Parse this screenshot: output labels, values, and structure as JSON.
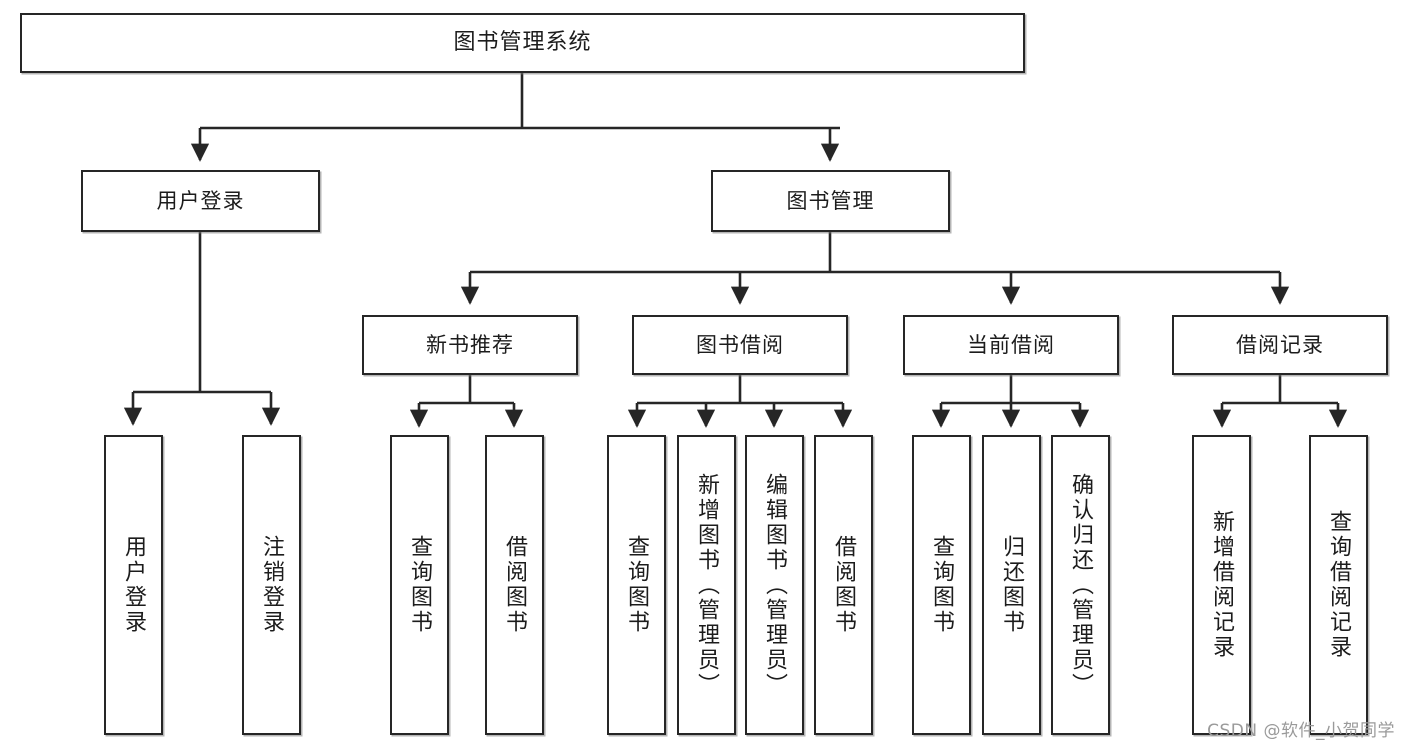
{
  "diagram": {
    "title": "图书管理系统",
    "type": "tree-hierarchy-diagram",
    "watermark": "CSDN @软件_小贺同学",
    "colors": {
      "box_border": "#262626",
      "box_fill": "#ffffff",
      "connector": "#262626",
      "text": "#1c1c1c",
      "watermark": "#9a9a9a",
      "background": "#ffffff"
    },
    "root": {
      "label": "图书管理系统"
    },
    "level2": [
      {
        "id": "user-login",
        "label": "用户登录"
      },
      {
        "id": "book-manage",
        "label": "图书管理"
      }
    ],
    "level3": [
      {
        "id": "new-book-recommend",
        "label": "新书推荐"
      },
      {
        "id": "book-borrow",
        "label": "图书借阅"
      },
      {
        "id": "current-borrow",
        "label": "当前借阅"
      },
      {
        "id": "borrow-record",
        "label": "借阅记录"
      }
    ],
    "leaves": {
      "user_login": [
        {
          "id": "leaf-user-login",
          "label": "用户登录"
        },
        {
          "id": "leaf-logout-login",
          "label": "注销登录"
        }
      ],
      "new_book_recommend": [
        {
          "id": "leaf-query-book-1",
          "label": "查询图书"
        },
        {
          "id": "leaf-borrow-book-1",
          "label": "借阅图书"
        }
      ],
      "book_borrow": [
        {
          "id": "leaf-query-book-2",
          "label": "查询图书"
        },
        {
          "id": "leaf-add-book",
          "label": "新增图书（管理员）"
        },
        {
          "id": "leaf-edit-book",
          "label": "编辑图书（管理员）"
        },
        {
          "id": "leaf-borrow-book-2",
          "label": "借阅图书"
        }
      ],
      "current_borrow": [
        {
          "id": "leaf-query-book-3",
          "label": "查询图书"
        },
        {
          "id": "leaf-return-book",
          "label": "归还图书"
        },
        {
          "id": "leaf-confirm-return",
          "label": "确认归还（管理员）"
        }
      ],
      "borrow_record": [
        {
          "id": "leaf-add-record",
          "label": "新增借阅记录"
        },
        {
          "id": "leaf-query-record",
          "label": "查询借阅记录"
        }
      ]
    }
  }
}
